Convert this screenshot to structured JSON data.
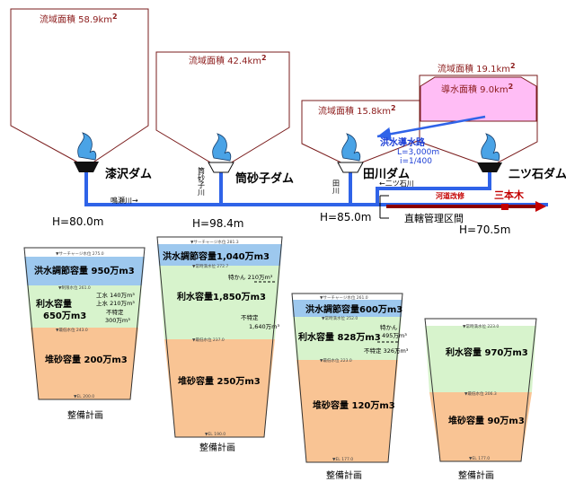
{
  "catchments": [
    {
      "label": "流域面積 58.9km",
      "sup": "2"
    },
    {
      "label": "流域面積 42.4km",
      "sup": "2"
    },
    {
      "label": "流域面積 15.8km",
      "sup": "2"
    },
    {
      "label": "流域面積 19.1km",
      "sup": "2"
    },
    {
      "label": "導水面積 9.0km",
      "sup": "2"
    }
  ],
  "dams": [
    {
      "name": "漆沢ダム",
      "height": "H=80.0m"
    },
    {
      "name": "筒砂子ダム",
      "height": "H=98.4m"
    },
    {
      "name": "田川ダム",
      "height": "H=85.0m"
    },
    {
      "name": "二ツ石ダム",
      "height": "H=70.5m"
    }
  ],
  "channel": {
    "title": "洪水導水路",
    "length": "L=3,000m",
    "slope": "i=1/400"
  },
  "rivers": {
    "narusegawa": "鳴瀬川→",
    "tsutsunagogawa": "筒砂子川",
    "tagawa": "田川",
    "futatsuishigawa": "←二ツ石川"
  },
  "downstream": {
    "section_label": "河道改修",
    "point": "三本木",
    "managed": "直轄管理区間"
  },
  "sections": [
    {
      "caption": "整備計画",
      "flood": "洪水調節容量 950万m3",
      "water": "利水容量\n650万m3",
      "sediment": "堆砂容量 200万m3",
      "notes": [
        "工水 140万m³",
        "上水 210万m³",
        "不特定",
        "300万m³"
      ],
      "levels": [
        "▼サーチャージ水位 275.0",
        "▼制限水位 261.0",
        "▼最低水位 243.0",
        "▼EL 200.0"
      ]
    },
    {
      "caption": "整備計画",
      "flood": "洪水調節容量1,040万m3",
      "water": "利水容量1,850万m3",
      "sediment": "堆砂容量 250万m3",
      "notes": [
        "特かん 210万m³",
        "不特定",
        "1,640万m³"
      ],
      "levels": [
        "▼サーチャージ水位 281.3",
        "▼常時満水位 272.7",
        "▼最低水位 237.0",
        "▼EL 190.0"
      ]
    },
    {
      "caption": "整備計画",
      "flood": "洪水調節容量600万m3",
      "water": "利水容量 828万m3",
      "sediment": "堆砂容量 120万m3",
      "notes": [
        "特かん",
        "495万m³",
        "不特定 326万m³"
      ],
      "levels": [
        "▼サーチャージ水位 261.0",
        "▼常時満水位 252.0",
        "▼最低水位 223.0",
        "▼EL 177.0"
      ]
    },
    {
      "caption": "整備計画",
      "water": "利水容量 970万m3",
      "sediment": "堆砂容量 90万m3",
      "levels": [
        "▼常時満水位 223.0",
        "▼最低水位 206.3",
        "▼EL 177.0"
      ]
    }
  ],
  "colors": {
    "catchment_stroke": "#7a1c1c",
    "catchment_text": "#8b1a1a",
    "diversion_fill": "#ffbdf5",
    "river_blue": "#2f63e8",
    "flood_blue": "#9dc8ee",
    "water_green": "#d7f3cc",
    "sediment_orange": "#f9c494",
    "managed_red": "#c40000"
  }
}
